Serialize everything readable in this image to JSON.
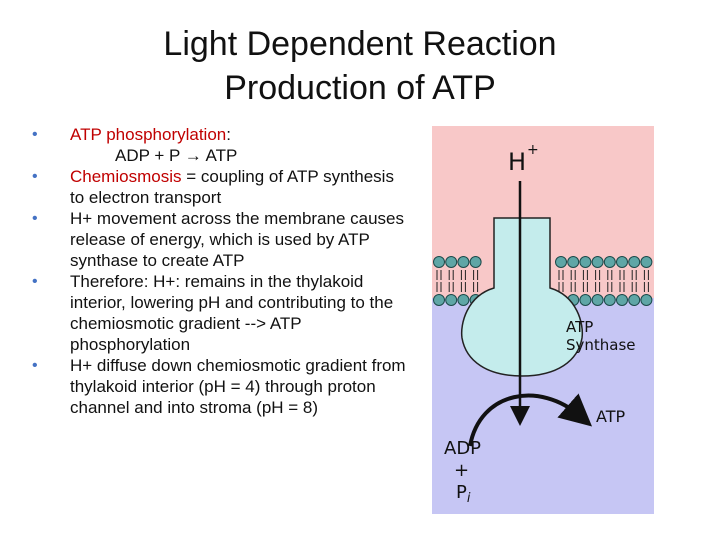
{
  "title": {
    "line1": "Light Dependent Reaction",
    "line2": "Production of ATP"
  },
  "bullets": [
    {
      "term": "ATP phosphorylation",
      "rest": ":"
    },
    {
      "equation": "ADP + P → ATP"
    },
    {
      "term": "Chemiosmosis",
      "rest": " = coupling of ATP synthesis to electron transport"
    },
    {
      "text": "H+ movement across the membrane causes release of energy, which is used by ATP synthase to create ATP"
    },
    {
      "text": "Therefore: H+: remains in the thylakoid interior, lowering pH and contributing to the chemiosmotic gradient --> ATP phosphorylation"
    },
    {
      "text": "H+ diffuse down chemiosmotic gradient from thylakoid interior (pH = 4) through proton channel and into stroma (pH = 8)"
    }
  ],
  "diagram": {
    "proton": "H",
    "proton_charge": "+",
    "enzyme_line1": "ATP",
    "enzyme_line2": "Synthase",
    "product": "ATP",
    "substrate_1": "ADP",
    "substrate_plus": "+",
    "substrate_2": "P",
    "substrate_2_sub": "i",
    "colors": {
      "upper_region": "#f8c8c8",
      "lower_region": "#c6c6f4",
      "enzyme": "#c4ecec",
      "lipid_head": "#5fa6a6"
    }
  }
}
